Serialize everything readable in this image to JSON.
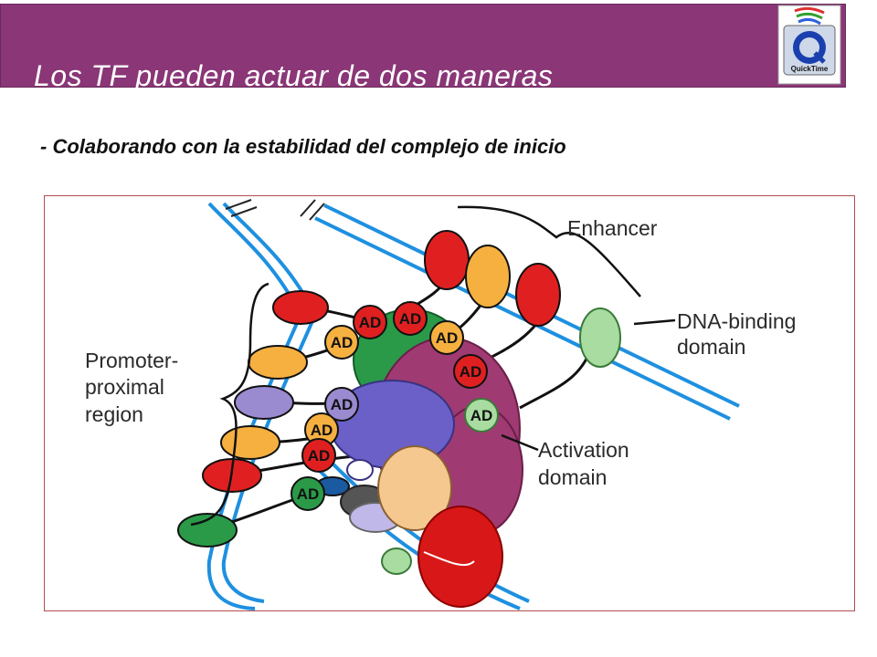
{
  "slide": {
    "title": "Los TF pueden actuar de dos maneras",
    "subtitle": "- Colaborando con la estabilidad del complejo de inicio"
  },
  "logo": {
    "label": "QuickTime",
    "icon": "quicktime-logo-icon"
  },
  "diagram": {
    "labels": {
      "enhancer": "Enhancer",
      "dna_binding_1": "DNA-binding",
      "dna_binding_2": "domain",
      "promoter_1": "Promoter-",
      "promoter_2": "proximal",
      "promoter_3": "region",
      "activation_1": "Activation",
      "activation_2": "domain"
    },
    "ad_label": "AD",
    "colors": {
      "title_bar": "#8a3677",
      "dna": "#1e90e0",
      "red": "#e02020",
      "orange": "#f5b040",
      "purple": "#9a8ad0",
      "green_dark": "#2a9a48",
      "green_light": "#a8dca0",
      "magenta": "#a03a72",
      "blue_violet": "#6a60c8"
    }
  }
}
